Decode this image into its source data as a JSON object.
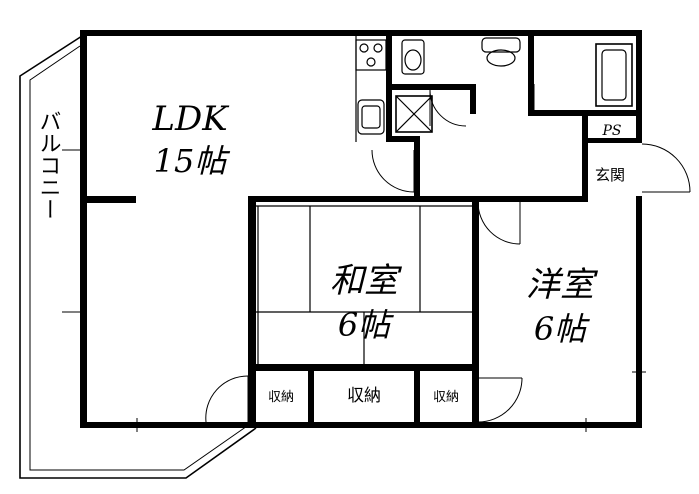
{
  "floorplan": {
    "rooms": {
      "ldk": {
        "name": "LDK",
        "size": "15帖"
      },
      "washitsu": {
        "name": "和室",
        "size": "6帖"
      },
      "youshitsu": {
        "name": "洋室",
        "size": "6帖"
      }
    },
    "labels": {
      "balcony": "バルコニー",
      "genkan": "玄関",
      "ps": "PS",
      "storage_left": "収納",
      "storage_center": "収納",
      "storage_right": "収納"
    },
    "icons": [
      "stove-icon",
      "toilet-icon",
      "sink-icon",
      "washbasin-icon",
      "bathtub-icon"
    ]
  }
}
